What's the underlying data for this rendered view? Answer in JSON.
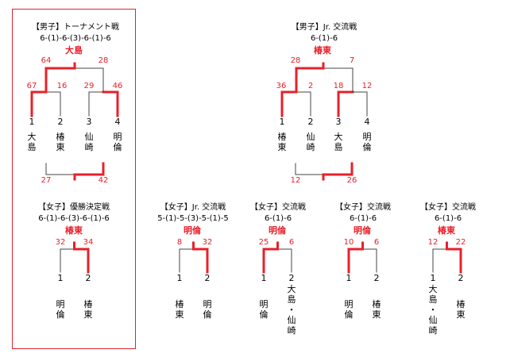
{
  "colors": {
    "win_line": "#e8202a",
    "line": "#444444",
    "frame": "#d9262c"
  },
  "m_tour": {
    "title": "【男子】トーナメント戦",
    "score": "6-(1)-6-(3)-6-(1)-6",
    "winner": "大島",
    "final_scores": [
      "64",
      "28"
    ],
    "semi1_scores": [
      "67",
      "16"
    ],
    "semi2_scores": [
      "29",
      "46"
    ],
    "seeds": [
      "1",
      "2",
      "3",
      "4"
    ],
    "teams": [
      "大島",
      "椿東",
      "仙崎",
      "明倫"
    ],
    "third_scores": [
      "27",
      "42"
    ]
  },
  "m_jr": {
    "title": "【男子】Jr. 交流戦",
    "score": "6-(1)-6",
    "winner": "椿東",
    "final_scores": [
      "28",
      "7"
    ],
    "semi1_scores": [
      "36",
      "2"
    ],
    "semi2_scores": [
      "18",
      "12"
    ],
    "seeds": [
      "1",
      "2",
      "3",
      "4"
    ],
    "teams": [
      "椿東",
      "仙崎",
      "大島",
      "明倫"
    ],
    "third_scores": [
      "12",
      "26"
    ]
  },
  "w_final": {
    "title": "【女子】優勝決定戦",
    "score": "6-(1)-6-(3)-6-(1)-6",
    "winner": "椿東",
    "scores": [
      "32",
      "34"
    ],
    "seeds": [
      "1",
      "2"
    ],
    "teams": [
      "明倫",
      "椿東"
    ]
  },
  "w_jr": {
    "title": "【女子】Jr. 交流戦",
    "score": "5-(1)-5-(3)-5-(1)-5",
    "winner": "明倫",
    "scores": [
      "8",
      "32"
    ],
    "seeds": [
      "1",
      "2"
    ],
    "teams": [
      "椿東",
      "明倫"
    ]
  },
  "w_ex1": {
    "title": "【女子】交流戦",
    "score": "6-(1)-6",
    "winner": "明倫",
    "scores": [
      "25",
      "6"
    ],
    "seeds": [
      "1",
      "2"
    ],
    "teams": [
      "明倫",
      "大島・仙崎"
    ]
  },
  "w_ex2": {
    "title": "【女子】交流戦",
    "score": "6-(1)-6",
    "winner": "明倫",
    "scores": [
      "10",
      "6"
    ],
    "seeds": [
      "1",
      "2"
    ],
    "teams": [
      "明倫",
      "椿東"
    ]
  },
  "w_ex3": {
    "title": "【女子】交流戦",
    "score": "6-(1)-6",
    "winner": "椿東",
    "scores": [
      "12",
      "22"
    ],
    "seeds": [
      "1",
      "2"
    ],
    "teams": [
      "大島・仙崎",
      "椿東"
    ]
  }
}
